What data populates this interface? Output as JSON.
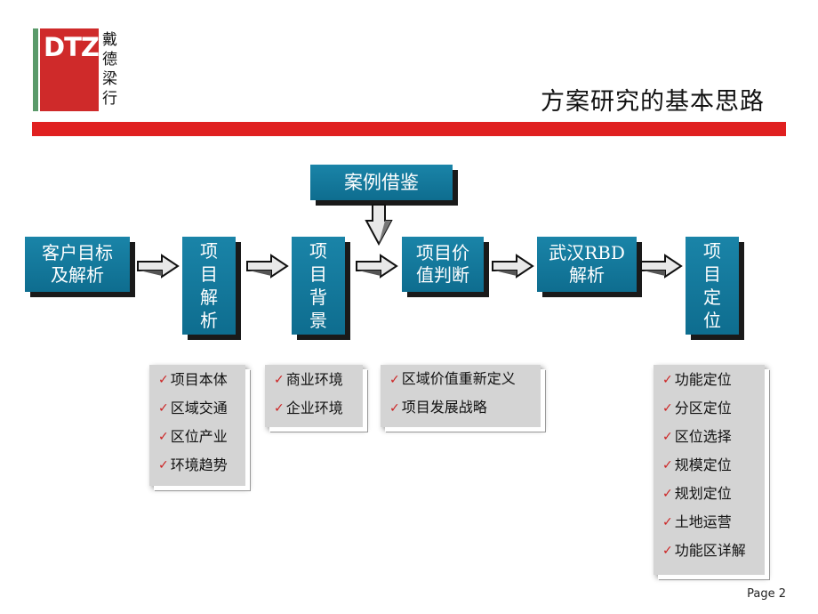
{
  "logo": {
    "latin": "DTZ",
    "chinese": [
      "戴",
      "德",
      "梁",
      "行"
    ]
  },
  "header": {
    "title": "方案研究的基本思路"
  },
  "flow": {
    "client_goal": "客户目标\n及解析",
    "project_analysis": "项\n目\n解\n析",
    "project_background": "项\n目\n背\n景",
    "case_reference": "案例借鉴",
    "value_judgement": "项目价\n值判断",
    "wuhan_rbd": "武汉RBD\n解析",
    "project_positioning": "项\n目\n定\n位"
  },
  "lists": {
    "analysis_items": [
      "项目本体",
      "区域交通",
      "区位产业",
      "环境趋势"
    ],
    "background_items": [
      "商业环境",
      "企业环境"
    ],
    "value_items": [
      "区域价值重新定义",
      "项目发展战略"
    ],
    "positioning_items": [
      "功能定位",
      "分区定位",
      "区位选择",
      "规模定位",
      "规划定位",
      "土地运营",
      "功能区详解"
    ]
  },
  "colors": {
    "box_blue": "#0e6d8f",
    "rule_red": "#e02020",
    "check_red": "#cc2222",
    "list_gray": "#d4d4d4"
  },
  "footer": {
    "page": "Page 2"
  }
}
